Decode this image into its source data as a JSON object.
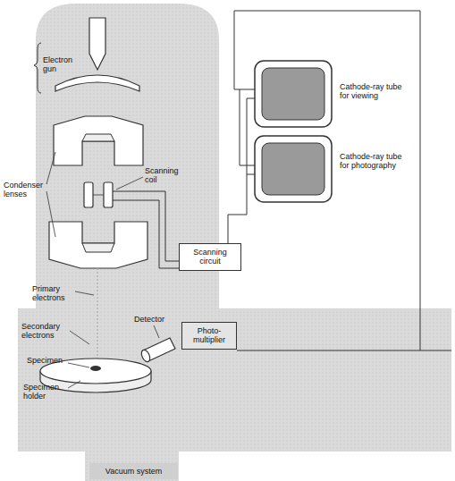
{
  "diagram": {
    "nodes": [
      {
        "text": [
          "Scanning circuit"
        ]
      },
      {
        "text": [
          "Photo-multiplier"
        ]
      },
      {
        "text": [
          "Vacuum system"
        ]
      }
    ],
    "labels": [
      "Electron gun",
      "Condenser lenses",
      "Scanning coil",
      "Primary electrons",
      "Secondary electrons",
      "Specimen",
      "Specimen holder",
      "Detector",
      "Cathode-ray tube for viewing",
      "Cathode-ray tube for photography"
    ]
  }
}
